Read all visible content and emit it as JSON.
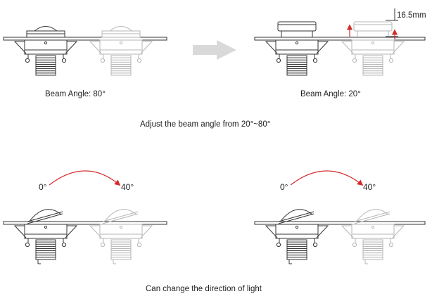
{
  "top": {
    "left_caption": "Beam Angle: 80°",
    "right_caption": "Beam Angle: 20°",
    "dimension_label": "16.5mm",
    "main_caption": "Adjust the beam angle from 20°~80°"
  },
  "bottom": {
    "left_pair": {
      "start_angle": "0°",
      "end_angle": "40°"
    },
    "right_pair": {
      "start_angle": "0°",
      "end_angle": "40°"
    },
    "main_caption": "Can change the direction of light"
  },
  "colors": {
    "line_dark": "#333333",
    "line_light": "#b5b5b5",
    "accent_red": "#d42a2a",
    "arrow_gray": "#d9d9d9"
  }
}
